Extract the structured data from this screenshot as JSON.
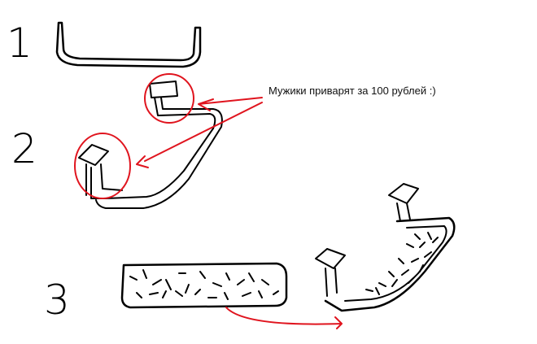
{
  "annotation": "Мужики приварят за 100 рублей :)",
  "steps": [
    {
      "label": "1"
    },
    {
      "label": "2"
    },
    {
      "label": "3"
    }
  ],
  "colors": {
    "sketch": "#000000",
    "highlight": "#e0141e",
    "background": "#ffffff"
  }
}
